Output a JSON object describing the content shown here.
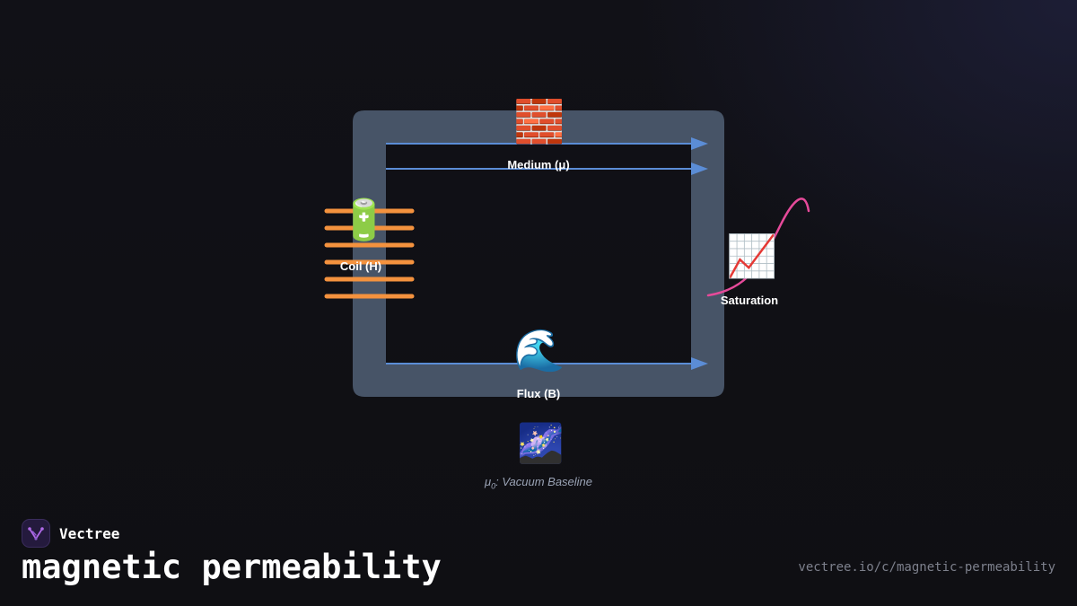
{
  "labels": {
    "medium": "Medium (μ)",
    "coil": "Coil (H)",
    "saturation": "Saturation",
    "flux": "Flux (B)",
    "baseline_prefix": "μ",
    "baseline_sub": "0",
    "baseline_text": ": Vacuum Baseline"
  },
  "icons": {
    "medium": "🧱",
    "coil": "🔋",
    "saturation": "📈",
    "flux": "🌊",
    "baseline": "🌌"
  },
  "brand": {
    "name": "Vectree"
  },
  "title": "magnetic permeability",
  "url": "vectree.io/c/magnetic-permeability",
  "colors": {
    "core": "#475467",
    "flux_line": "#5b8dd6",
    "coil": "#f4923e",
    "saturation_curve": "#e64a9a",
    "logo_accent": "#b06ae8"
  }
}
